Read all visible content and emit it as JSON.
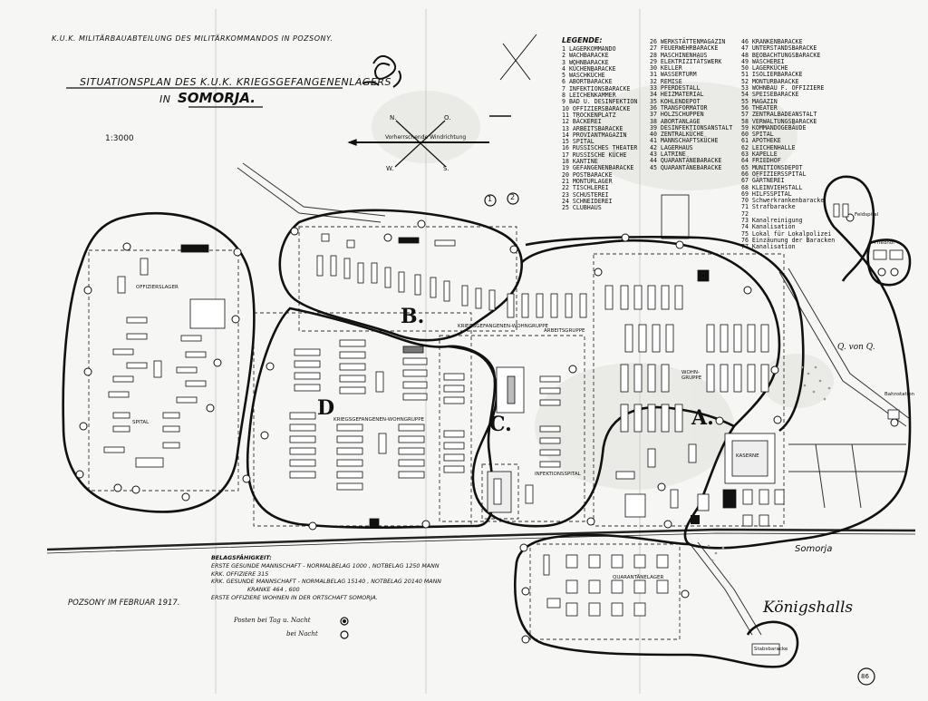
{
  "header": {
    "department": "K.U.K. MILITÄRBAUABTEILUNG DES MILITÄRKOMMANDOS IN POZSONY.",
    "title_line1": "SITUATIONSPLAN DES K.U.K. KRIEGSGEFANGENENLAGERS",
    "title_prefix": "IN",
    "title_place": "SOMORJA.",
    "scale": "1:3000"
  },
  "compass": {
    "north": "N.",
    "east": "O.",
    "west": "W.",
    "south": "S.",
    "wind": "Vorherrschende Windrichtung"
  },
  "legend": {
    "title": "LEGENDE:",
    "col1": [
      "1 LAGERKOMMANDO",
      "2 WACHBARACKE",
      "3 WOHNBARACKE",
      "4 KÜCHENBARACKE",
      "5 WASCHKÜCHE",
      "6 ABORTBARACKE",
      "7 INFEKTIONSBARACKE",
      "8 LEICHENKAMMER",
      "9 BAD U. DESINFEKTION",
      "10 OFFIZIERSBARACKE",
      "11 TROCKENPLATZ",
      "12 BÄCKEREI",
      "13 ARBEITSBARACKE",
      "14 PROVIANTMAGAZIN",
      "15 SPITAL",
      "16 RUSSISCHES THEATER",
      "17 RUSSISCHE KÜCHE",
      "18 KANTINE",
      "19 GEFANGENENBARACKE",
      "20 POSTBARACKE",
      "21 MONTURLAGER",
      "22 TISCHLEREI",
      "23 SCHUSTEREI",
      "24 SCHNEIDEREI",
      "25 CLUBHAUS"
    ],
    "col2": [
      "26 WERKSTÄTTENMAGAZIN",
      "27 FEUERWEHRBARACKE",
      "28 MASCHINENHAUS",
      "29 ELEKTRIZITÄTSWERK",
      "30 KELLER",
      "31 WASSERTURM",
      "32 REMISE",
      "33 PFERDESTALL",
      "34 HEIZMATERIAL",
      "35 KOHLENDEPOT",
      "36 TRANSFORMATOR",
      "37 HOLZSCHUPPEN",
      "38 ABORTANLAGE",
      "39 DESINFEKTIONSANSTALT",
      "40 ZENTRALKÜCHE",
      "41 MANNSCHAFTSKÜCHE",
      "42 LAGERHAUS",
      "43 LATRINE",
      "44 QUARANTÄNEBARACKE",
      "45 QUARANTÄNEBARACKE"
    ],
    "col3": [
      "46 KRANKENBARACKE",
      "47 UNTERSTANDSBARACKE",
      "48 BEOBACHTUNGSBARACKE",
      "49 WÄSCHEREI",
      "50 LAGERKÜCHE",
      "51 ISOLIERBARACKE",
      "52 MONTURBARACKE",
      "53 WOHNBAU F. OFFIZIERE",
      "54 SPEISEBARACKE",
      "55 MAGAZIN",
      "56 THEATER",
      "57 ZENTRALBADEANSTALT",
      "58 VERWALTUNGSBARACKE",
      "59 KOMMANDOGEBÄUDE",
      "60 SPITAL",
      "61 APOTHEKE",
      "62 LEICHENHALLE",
      "63 KAPELLE",
      "64 FRIEDHOF",
      "65 MUNITIONSDEPOT",
      "66 OFFIZIERSSPITAL",
      "67 GÄRTNEREI",
      "68 KLEINVIEHSTALL",
      "69 HILFSSPITAL",
      "70 Schwerkrankenbaracke",
      "71 Strafbaracke",
      "72",
      "73 Kanalreinigung",
      "74 Kanalisation",
      "75 Lokal für Lokalpolizei",
      "76 Einzäunung der Baracken",
      "77 Kanalisation"
    ]
  },
  "zones": {
    "A": "A.",
    "B": "B.",
    "C": "C.",
    "D": "D"
  },
  "map_labels": {
    "arbeitsgruppe": "ARBEITSGRUPPE",
    "offiziere_lager": "OFFIZIERSLAGER",
    "kriegsgef_b": "KRIEGSGEFANGENEN-WOHNGRUPPE",
    "kriegsgef_d": "KRIEGSGEFANGENEN-WOHNGRUPPE",
    "spital": "SPITAL",
    "wohngruppe_a": "WOHN- GRUPPE",
    "kaserne": "KASERNE",
    "infektion": "INFEKTIONSSPITAL",
    "quarantaene": "QUARANTÄNELAGER",
    "bahnstation": "Bahnstation",
    "friedhof": "Friedhof",
    "stabsbaracke": "Stabsbaracke",
    "feldspital": "Feldspital"
  },
  "notes": {
    "heading": "BELAGSFÄHIGKEIT:",
    "line1": "ERSTE GESUNDE MANNSCHAFT - NORMALBELAG 1000 , NOTBELAG 1250 MANN",
    "line2": "KRK. OFFIZIERE 315",
    "line3": "KRK. GESUNDE MANNSCHAFT - NORMALBELAG 15140 , NOTBELAG 20140 MANN",
    "line4": "KRANKE 464 , 600",
    "line5": "ERSTE OFFIZIERE WOHNEN IN DER ORTSCHAFT SOMORJA.",
    "posten_tag": "Posten bei Tag u. Nacht",
    "posten_nacht": "bei Nacht"
  },
  "footer": {
    "place_date": "POZSONY IM FEBRUAR 1917.",
    "town": "Somorja",
    "signature": "Königshalls",
    "page_badge": "86",
    "hand_note": "Q. von Q.",
    "circle1": "1",
    "circle2": "2"
  }
}
